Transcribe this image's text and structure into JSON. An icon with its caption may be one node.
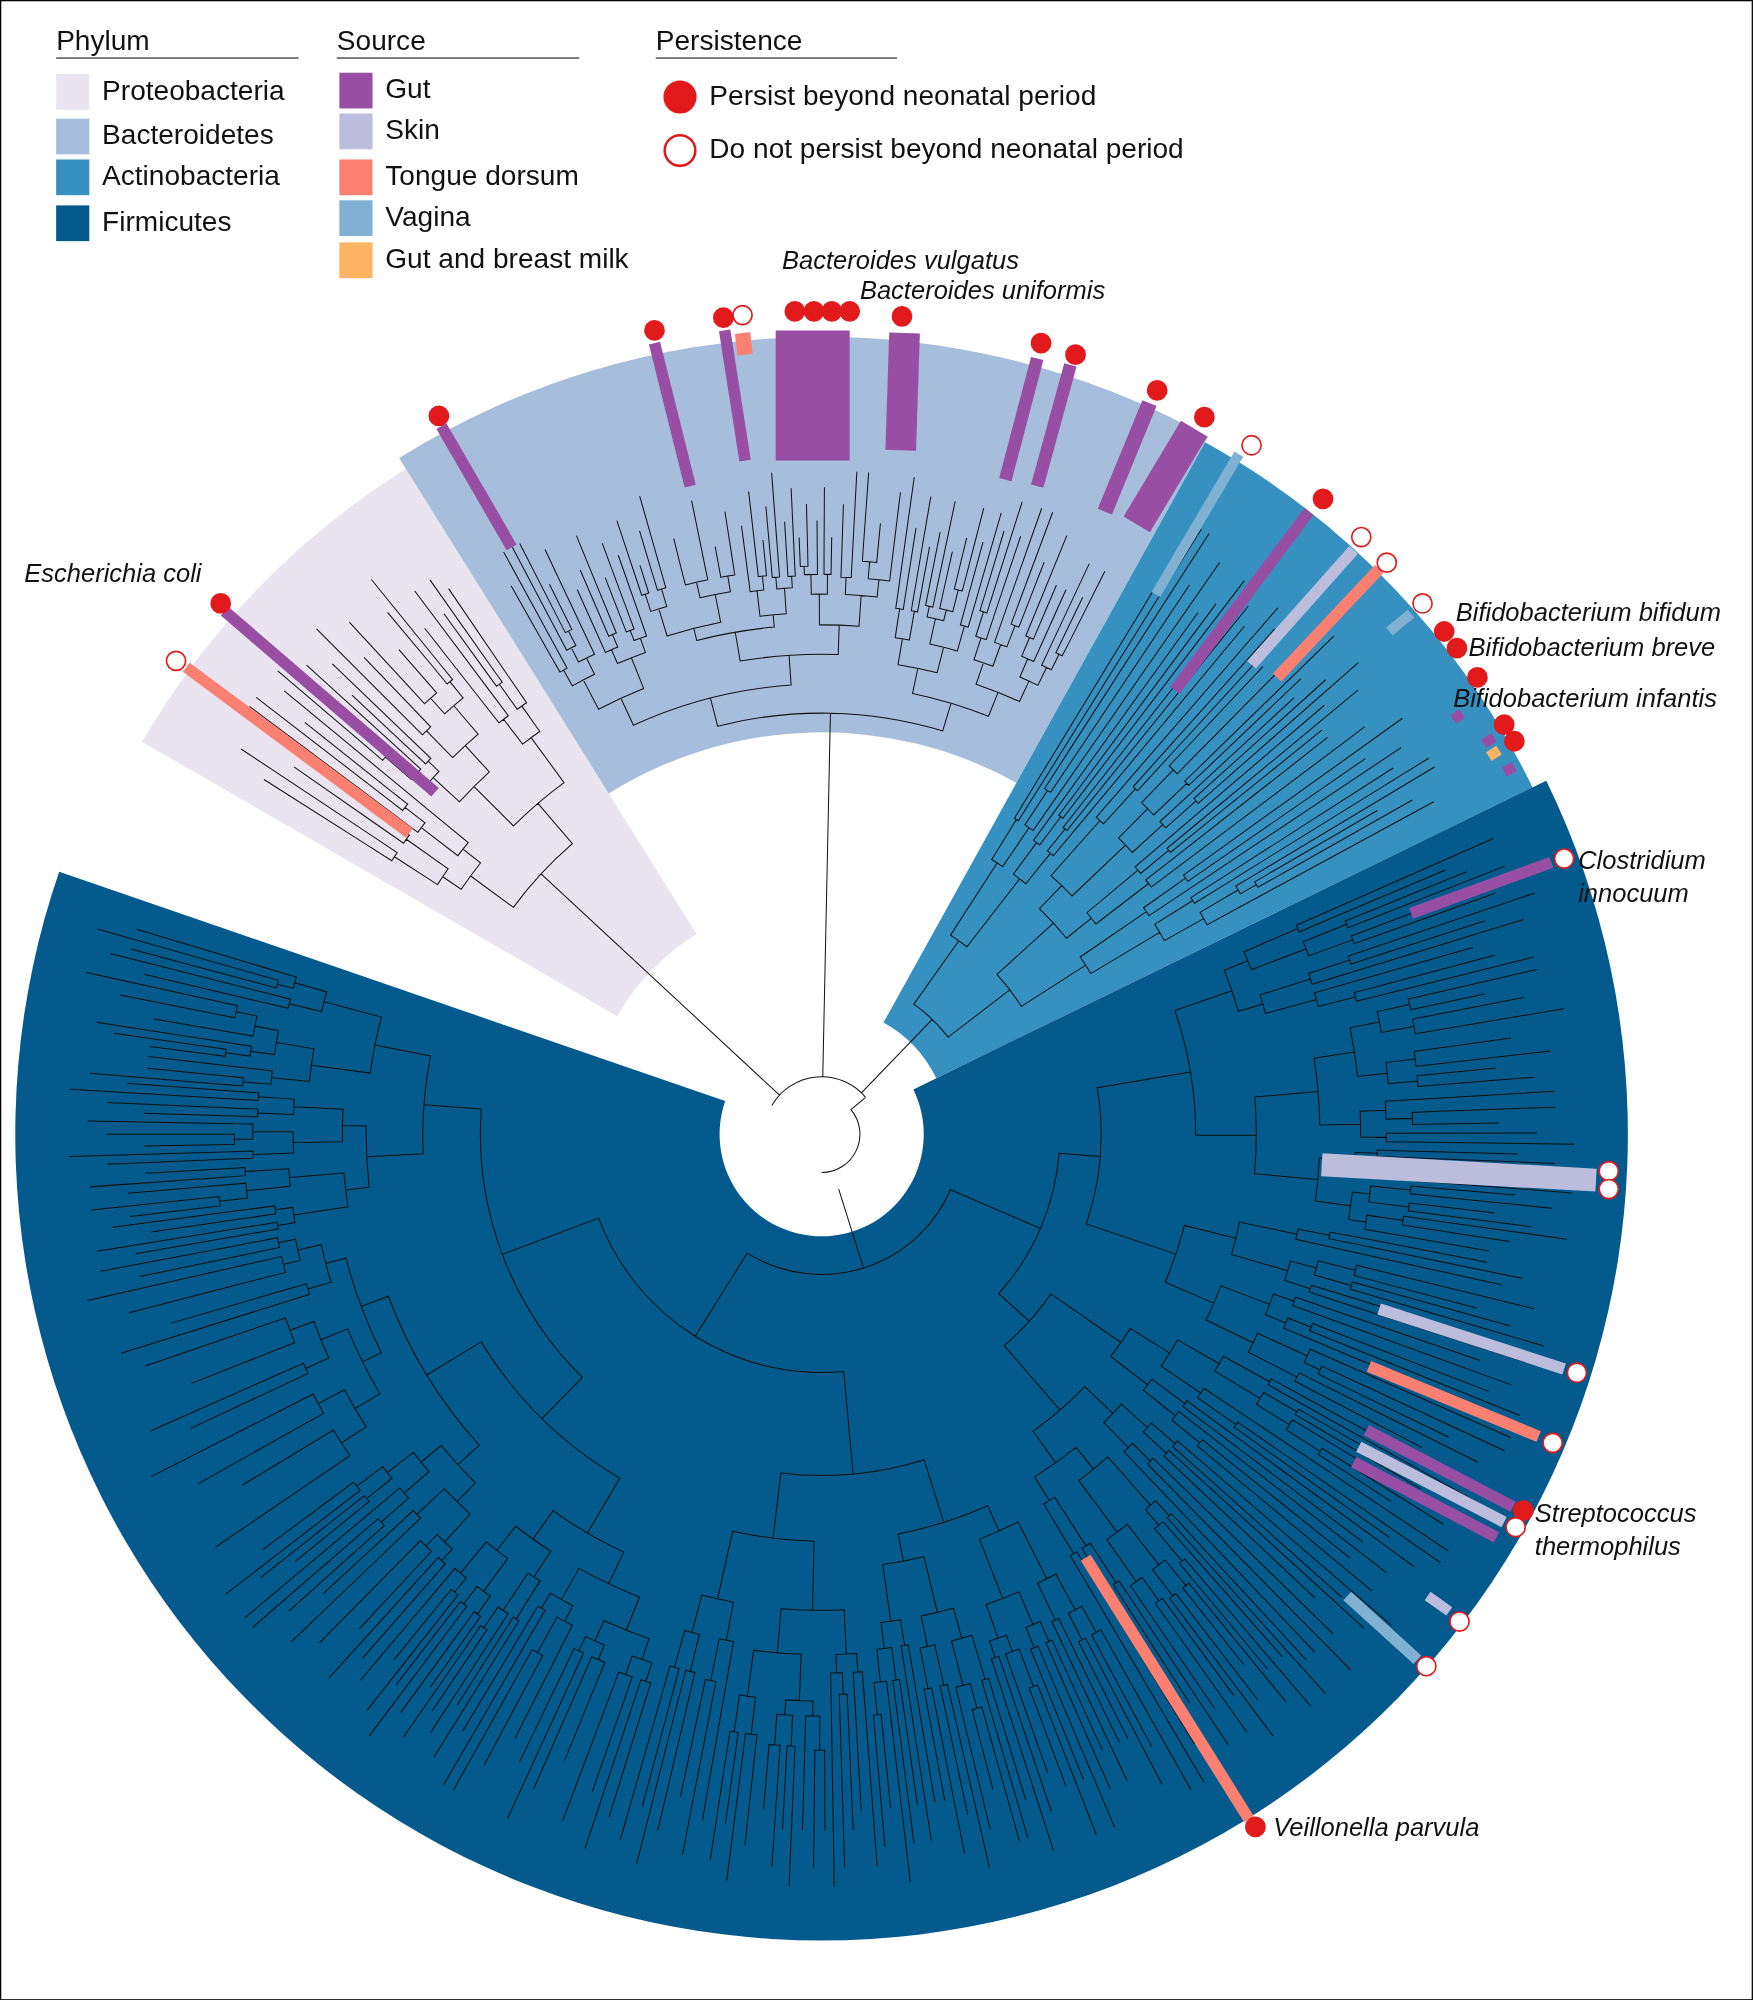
{
  "diagram": {
    "labels": [
      "Phylum",
      "Source",
      "Persistence",
      "Bacteroides vulgatus",
      "Bacteroides uniformis",
      "Escherichia coli",
      "Bifidobacterium bifidum",
      "Bifidobacterium breve",
      "Bifidobacterium infantis",
      "Clostridium innocuum",
      "Streptococcus thermophilus",
      "Veillonella parvula"
    ],
    "legend": [
      {
        "text": "Proteobacteria",
        "color": "#e9e4f0"
      },
      {
        "text": "Bacteroidetes",
        "color": "#a6bddb"
      },
      {
        "text": "Actinobacteria",
        "color": "#3690c0"
      },
      {
        "text": "Firmicutes",
        "color": "#045a8d"
      },
      {
        "text": "Gut",
        "color": "#984ea3"
      },
      {
        "text": "Skin",
        "color": "#bcbddc"
      },
      {
        "text": "Tongue dorsum",
        "color": "#fb8072"
      },
      {
        "text": "Vagina",
        "color": "#80b1d3"
      },
      {
        "text": "Gut and breast milk",
        "color": "#fdb462"
      },
      {
        "text": "Persist beyond neonatal period"
      },
      {
        "text": "Do not persist beyond neonatal period"
      }
    ]
  }
}
